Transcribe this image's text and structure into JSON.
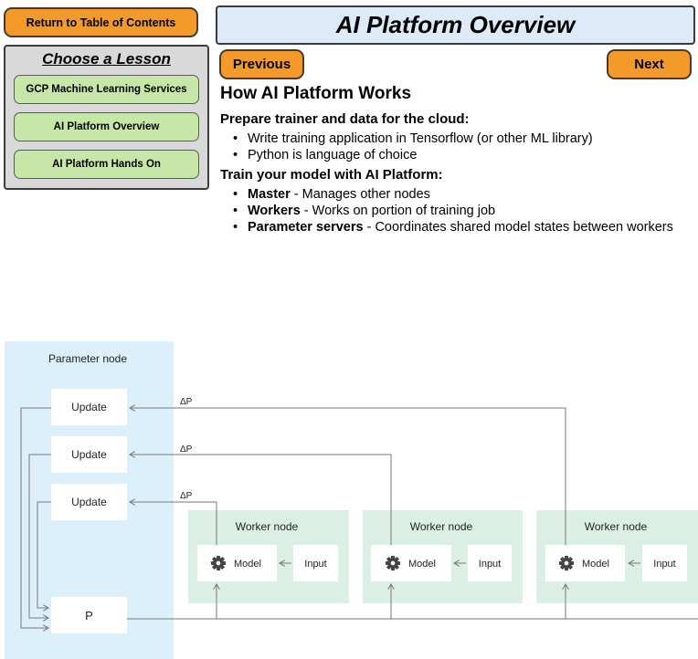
{
  "nav": {
    "toc_label": "Return to Table of Contents",
    "prev_label": "Previous",
    "next_label": "Next"
  },
  "page_title": "AI Platform Overview",
  "lessons": {
    "heading": "Choose a Lesson",
    "items": [
      {
        "label": "GCP Machine Learning Services"
      },
      {
        "label": "AI Platform Overview"
      },
      {
        "label": "AI Platform Hands On"
      }
    ]
  },
  "content": {
    "heading": "How AI Platform Works",
    "section1": {
      "heading": "Prepare trainer and data for the cloud:",
      "bullets": [
        "Write training application in Tensorflow (or other ML library)",
        "Python is language of choice"
      ]
    },
    "section2": {
      "heading": "Train your model with AI Platform:",
      "bullets": [
        {
          "term": "Master",
          "desc": " - Manages other nodes"
        },
        {
          "term": "Workers",
          "desc": " - Works on portion of training job"
        },
        {
          "term": "Parameter servers",
          "desc": " - Coordinates shared model states between workers"
        }
      ]
    }
  },
  "diagram": {
    "parameter_node_label": "Parameter node",
    "update_label": "Update",
    "p_label": "P",
    "delta_label": "ΔP",
    "worker_label": "Worker node",
    "model_label": "Model",
    "input_label": "Input",
    "colors": {
      "param_bg": "#dcf0fb",
      "worker_bg": "#dcefe4",
      "line": "#777777",
      "orange": "#f39a2b",
      "lesson_green": "#c6e7a8",
      "title_bg": "#dcebf7"
    }
  }
}
